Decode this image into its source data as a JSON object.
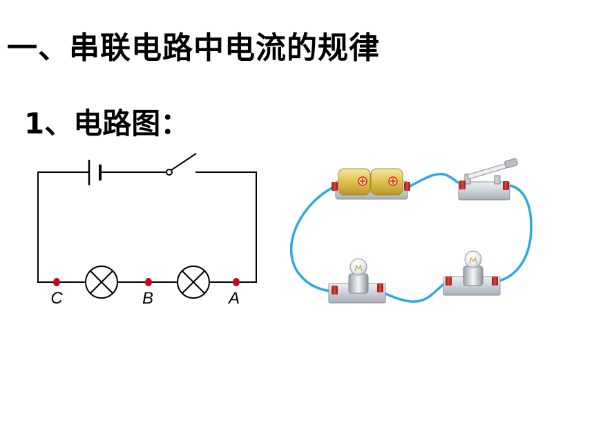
{
  "title": "一、串联电路中电流的规律",
  "subtitle": "1、电路图：",
  "schematic": {
    "points": [
      {
        "label": "C"
      },
      {
        "label": "B"
      },
      {
        "label": "A"
      }
    ]
  },
  "colors": {
    "wire_physical": "#2aa9df",
    "node": "#d0021b",
    "battery": "#e8cf62",
    "terminal": "#c0281c"
  }
}
